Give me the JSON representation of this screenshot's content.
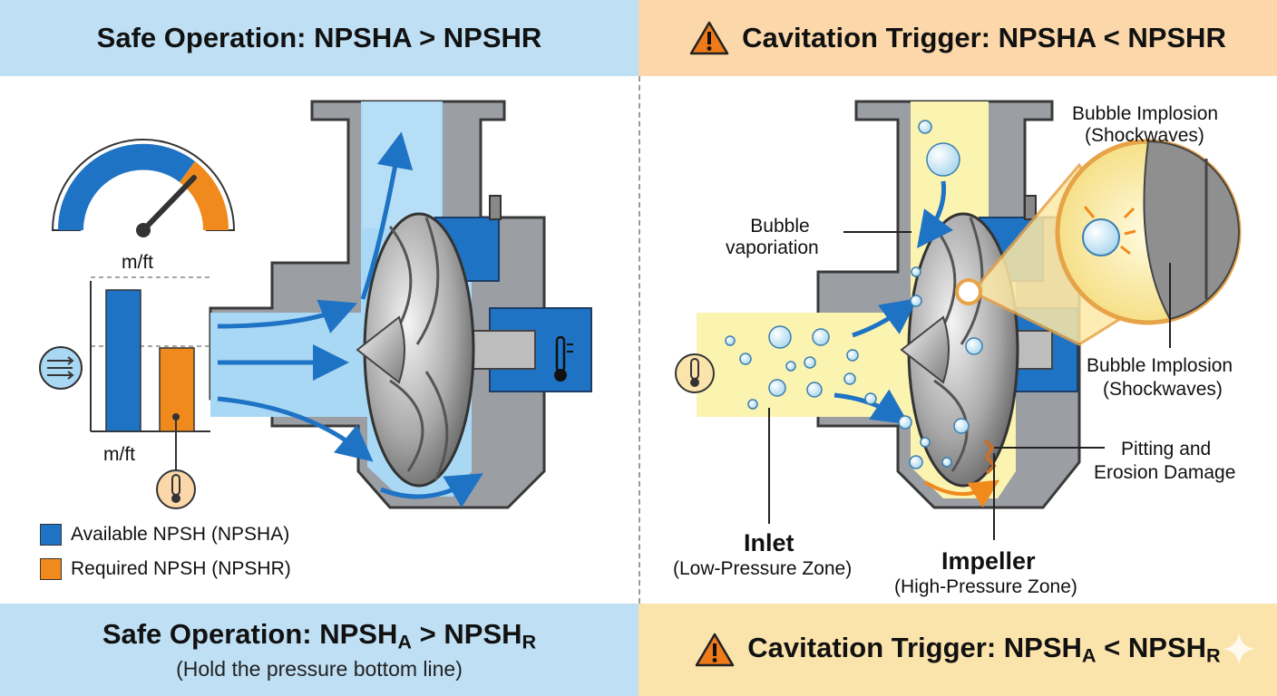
{
  "header": {
    "left_title": "Safe Operation: NPSHA > NPSHR",
    "right_title": "Cavitation Trigger: NPSHA < NPSHR"
  },
  "footer": {
    "left_pre": "Safe Operation: NPSH",
    "left_sub_a": "A",
    "left_mid": " > NPSH",
    "left_sub_r": "R",
    "left_note": "(Hold the pressure bottom line)",
    "right_pre": "Cavitation Trigger: NPSH",
    "right_sub_a": "A",
    "right_mid": " < NPSH",
    "right_sub_r": "R"
  },
  "left_panel": {
    "gauge_unit": "m/ft",
    "bar_unit": "m/ft",
    "bars": [
      {
        "name": "Available NPSH (NPSHA)",
        "value": 1.0,
        "color": "#1f73c4"
      },
      {
        "name": "Required NPSH (NPSHR)",
        "value": 0.59,
        "color": "#f08a1c"
      }
    ],
    "legend_available": "Available NPSH (NPSHA)",
    "legend_required": "Required NPSH (NPSHR)"
  },
  "right_panel": {
    "bubble_vaporiation_1": "Bubble",
    "bubble_vaporiation_2": "vaporiation",
    "implosion_top_1": "Bubble Implosion",
    "implosion_top_2": "(Shockwaves)",
    "implosion_mid_1": "Bubble Implosion",
    "implosion_mid_2": "(Shockwaves)",
    "pitting_1": "Pitting and",
    "pitting_2": "Erosion Damage",
    "inlet_title": "Inlet",
    "inlet_sub": "(Low-Pressure Zone)",
    "impeller_title": "Impeller",
    "impeller_sub": "(High-Pressure Zone)"
  },
  "colors": {
    "safe_band": "#bfe0f4",
    "danger_band": "#fbd7a9",
    "water": "#a9d8f5",
    "vapor_fluid": "#fbf3b0",
    "available": "#1f73c4",
    "required": "#f08a1c"
  }
}
